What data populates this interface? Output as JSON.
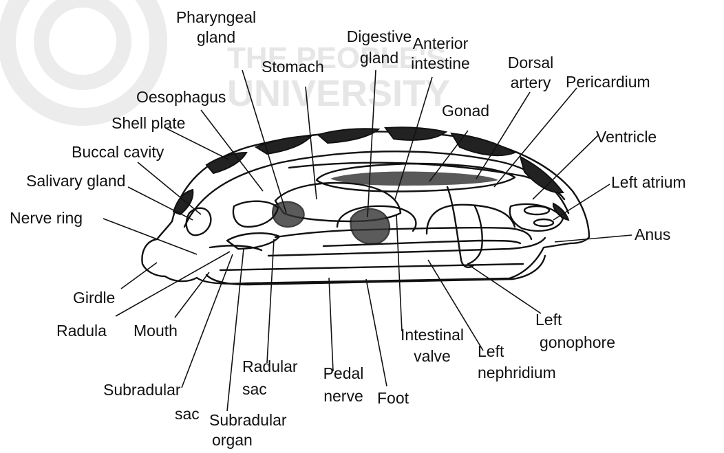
{
  "colors": {
    "ink": "#111111",
    "watermark": "#e8e8e8",
    "background": "#ffffff"
  },
  "watermark": {
    "line1": "THE PEOPLE'S",
    "line2": "UNIVERSITY",
    "logo": "ignou"
  },
  "labels": {
    "pharyngeal_gland": [
      "Pharyngeal",
      "gland"
    ],
    "digestive_gland": [
      "Digestive",
      "gland"
    ],
    "anterior_intestine": [
      "Anterior",
      "intestine"
    ],
    "stomach": "Stomach",
    "dorsal_artery": [
      "Dorsal",
      "artery"
    ],
    "pericardium": "Pericardium",
    "oesophagus": "Oesophagus",
    "gonad": "Gonad",
    "shell_plate": "Shell plate",
    "ventricle": "Ventricle",
    "buccal_cavity": "Buccal cavity",
    "salivary_gland": "Salivary gland",
    "left_atrium": "Left atrium",
    "nerve_ring": "Nerve ring",
    "anus": "Anus",
    "girdle": "Girdle",
    "left_gonophore": [
      "Left",
      "gonophore"
    ],
    "radula": "Radula",
    "mouth": "Mouth",
    "intestinal_valve": [
      "Intestinal",
      "valve"
    ],
    "left_nephridium": [
      "Left",
      "nephridium"
    ],
    "radular_sac": [
      "Radular",
      "sac"
    ],
    "pedal_nerve": [
      "Pedal",
      "nerve"
    ],
    "foot": "Foot",
    "subradular_sac": [
      "Subradular",
      "sac"
    ],
    "subradular_organ": [
      "Subradular",
      "organ"
    ]
  }
}
